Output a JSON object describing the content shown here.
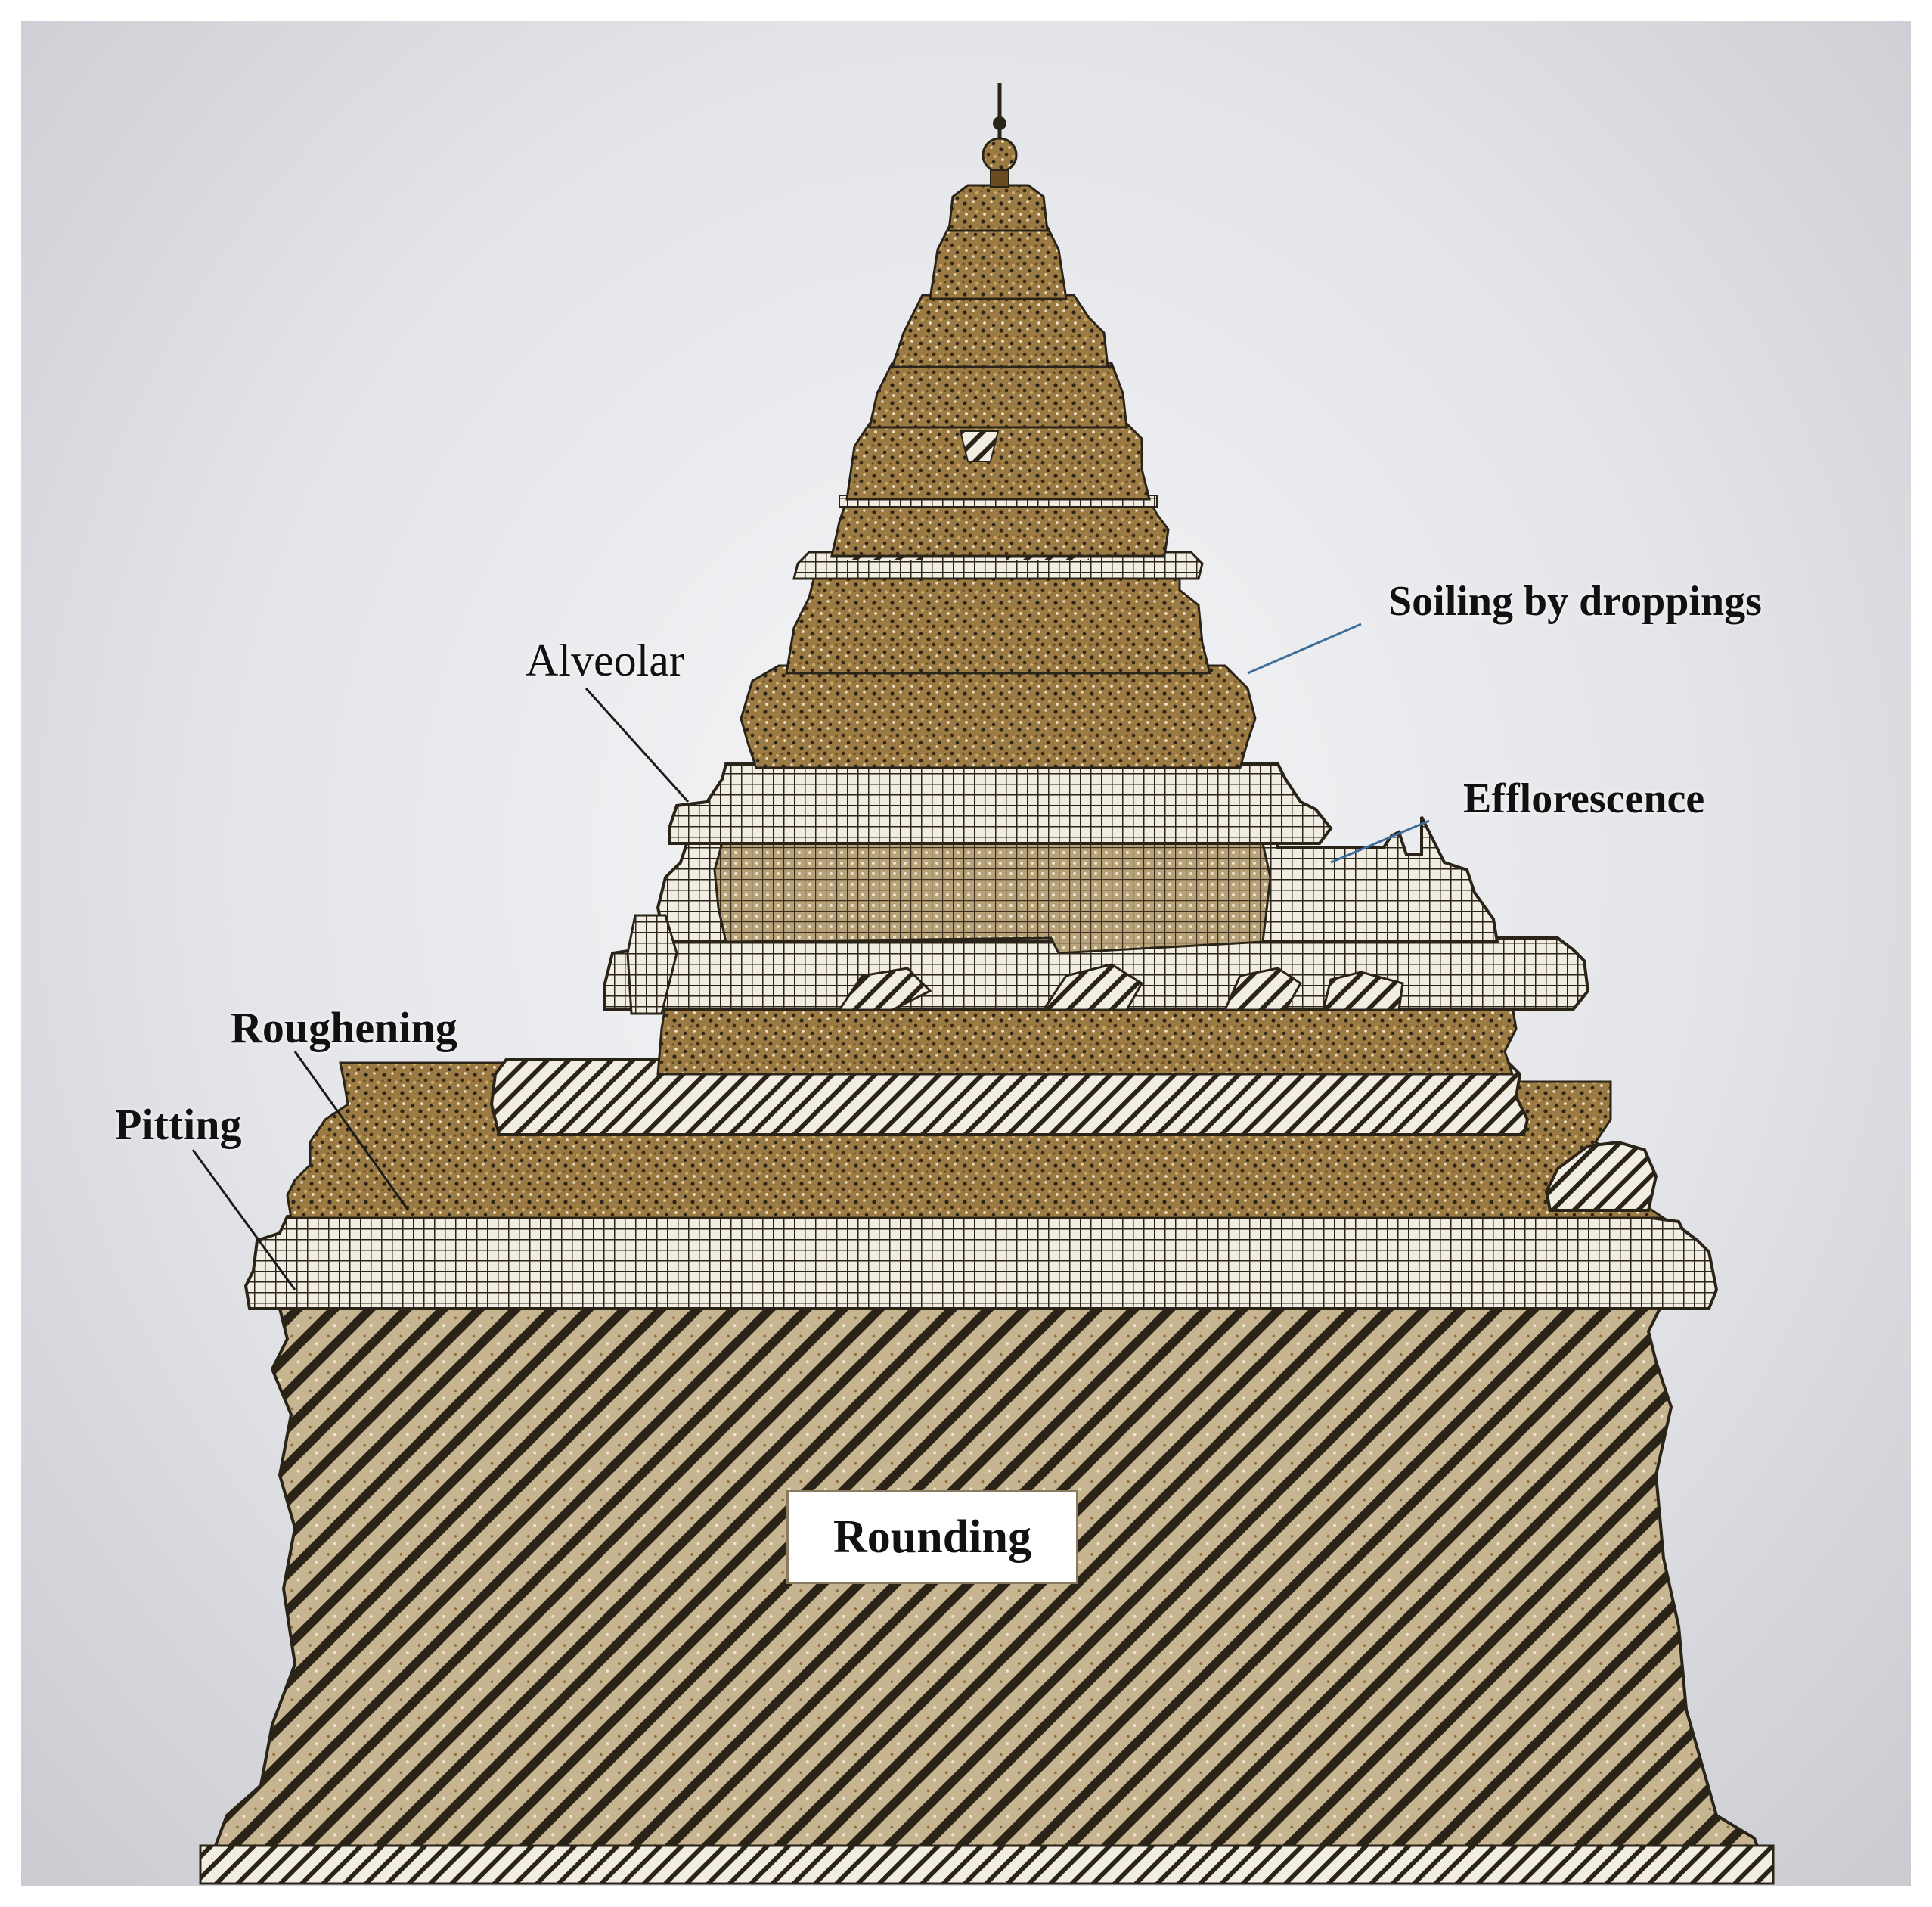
{
  "labels": {
    "soiling": "Soiling by droppings",
    "alveolar": "Alveolar",
    "efflorescence": "Efflorescence",
    "roughening": "Roughening",
    "pitting": "Pitting",
    "rounding": "Rounding"
  },
  "colors": {
    "stone_brown": "#8a6a3a",
    "stone_light": "#d8cba8",
    "ink": "#2a2418",
    "leader_blue": "#3d6f9a",
    "leader_black": "#1a1a1a",
    "background": "#e4e5e9"
  }
}
